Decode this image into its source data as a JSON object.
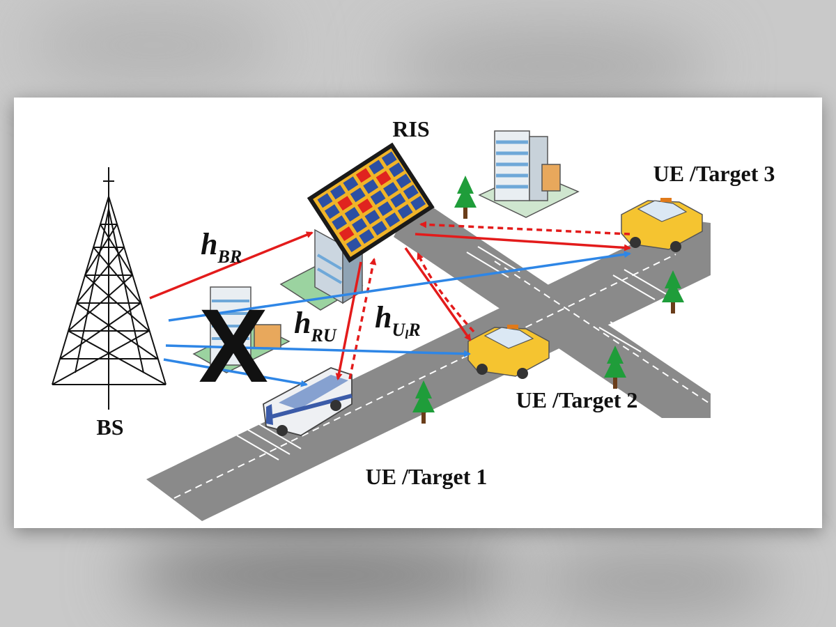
{
  "labels": {
    "bs": "BS",
    "ris": "RIS",
    "ue1": "UE /Target 1",
    "ue2": "UE /Target 2",
    "ue3": "UE /Target 3"
  },
  "channels": {
    "h_br": {
      "base": "h",
      "sub": "BR"
    },
    "h_ru": {
      "base": "h",
      "sub": "RU"
    },
    "h_ur": {
      "base": "h",
      "sub_pre": "U",
      "sub_mid": "l",
      "sub_post": "R"
    }
  },
  "blocked_mark": "X",
  "colors": {
    "red_link": "#e31b1b",
    "blue_link": "#2e86e6",
    "road": "#8a8a8a",
    "ris_frame": "#1a1a1a",
    "ris_board": "#f0b428",
    "ris_cell": "#2c4fa3",
    "ris_cell_active": "#e0231f",
    "taxi": "#f5c430",
    "tree": "#1f9d3a"
  },
  "icons": [
    "tower-icon",
    "ris-panel-icon",
    "building-icon",
    "taxi-icon",
    "bus-icon",
    "tree-icon"
  ]
}
